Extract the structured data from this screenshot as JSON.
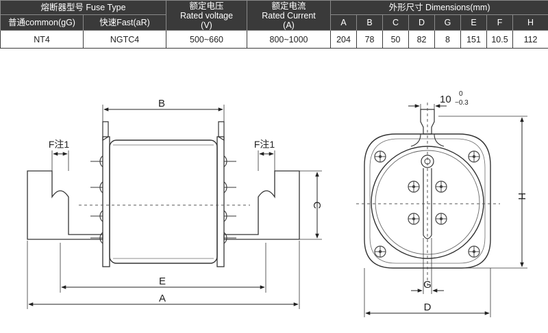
{
  "table": {
    "fuse_type_label": "熔断器型号 Fuse Type",
    "voltage_label_cn": "额定电压",
    "voltage_label_en": "Rated voltage",
    "voltage_unit": "(V)",
    "current_label_cn": "额定电流",
    "current_label_en": "Rated Current",
    "current_unit": "(A)",
    "dimensions_label": "外形尺寸 Dimensions(mm)",
    "common_label": "普通common(gG)",
    "fast_label": "快速Fast(aR)",
    "dimension_columns": [
      "A",
      "B",
      "C",
      "D",
      "G",
      "E",
      "F",
      "H"
    ],
    "row": {
      "common": "NT4",
      "fast": "NGTC4",
      "voltage": "500~660",
      "current": "800~1000",
      "dims": [
        "204",
        "78",
        "50",
        "82",
        "8",
        "151",
        "10.5",
        "112"
      ]
    }
  },
  "drawing": {
    "label_a": "A",
    "label_b": "B",
    "label_c": "C",
    "label_d": "D",
    "label_e": "E",
    "label_g": "G",
    "label_h": "H",
    "label_f_left": "F注1",
    "label_f_right": "F注1",
    "tab_width_value": "10",
    "tab_tol_upper": "0",
    "tab_tol_lower": "−0.3"
  }
}
